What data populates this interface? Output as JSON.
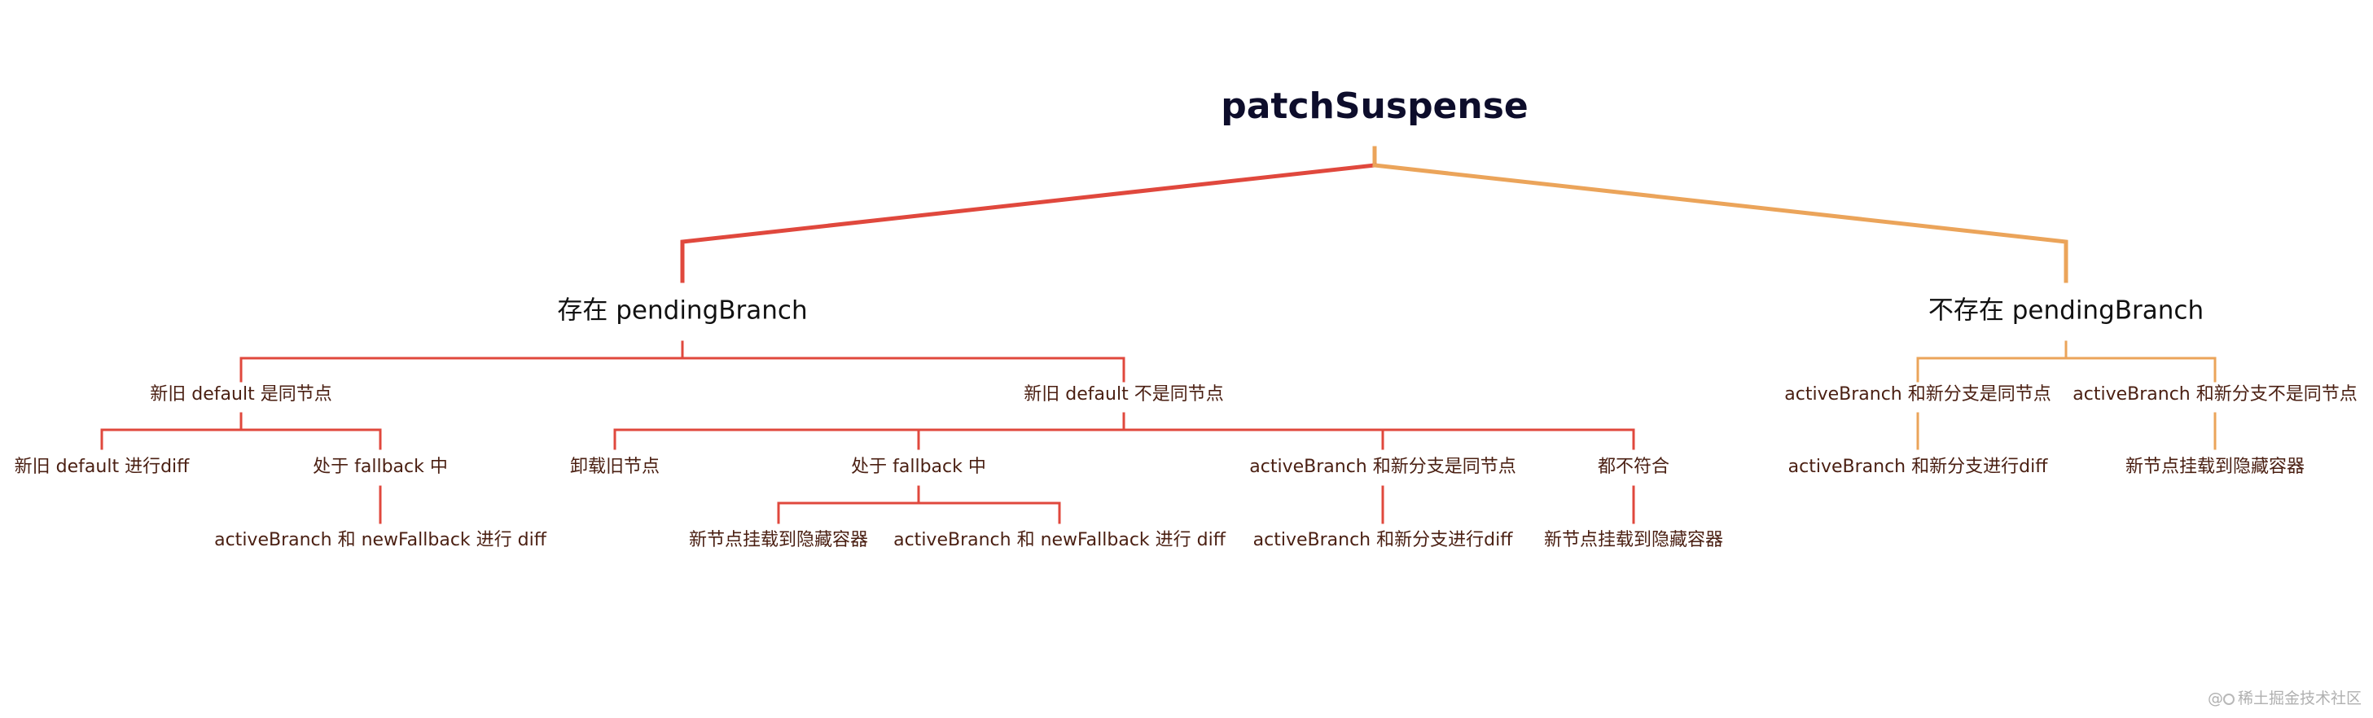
{
  "colors": {
    "left_branch": "#e0483d",
    "right_branch": "#eba45a"
  },
  "root": {
    "label": "patchSuspense"
  },
  "branches": {
    "exists": {
      "label": "存在 pendingBranch",
      "same_node": {
        "label": "新旧 default 是同节点",
        "diff_default": "新旧 default 进行diff",
        "in_fallback": {
          "label": "处于 fallback 中",
          "diff_fallback": "activeBranch 和 newFallback 进行 diff"
        }
      },
      "not_same_node": {
        "label": "新旧 default 不是同节点",
        "unmount_old": "卸载旧节点",
        "in_fallback": {
          "label": "处于 fallback 中",
          "mount_hidden": "新节点挂载到隐藏容器",
          "diff_fallback": "activeBranch 和 newFallback 进行 diff"
        },
        "active_same": {
          "label": "activeBranch 和新分支是同节点",
          "diff": "activeBranch 和新分支进行diff"
        },
        "none_match": {
          "label": "都不符合",
          "mount_hidden": "新节点挂载到隐藏容器"
        }
      }
    },
    "not_exists": {
      "label": "不存在 pendingBranch",
      "active_same": {
        "label": "activeBranch 和新分支是同节点",
        "diff": "activeBranch 和新分支进行diff"
      },
      "active_not_same": {
        "label": "activeBranch 和新分支不是同节点",
        "mount_hidden": "新节点挂载到隐藏容器"
      }
    }
  },
  "watermark": {
    "at": "@",
    "text": "稀土掘金技术社区"
  }
}
